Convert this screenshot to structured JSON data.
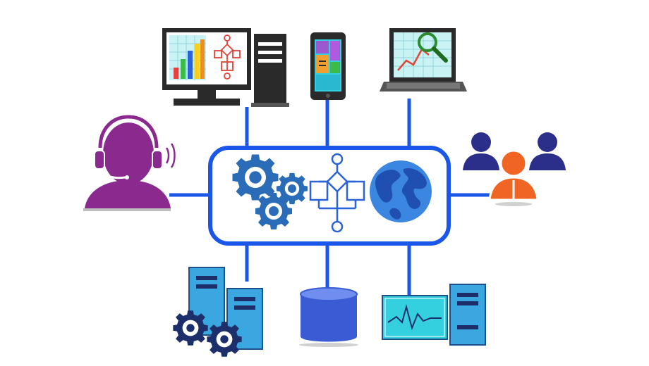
{
  "diagram": {
    "hub": {
      "components": [
        "gears-icon",
        "flowchart-icon",
        "globe-icon"
      ]
    },
    "nodes": [
      {
        "id": "desktop-analytics",
        "icon": "desktop-computer-icon"
      },
      {
        "id": "tower",
        "icon": "server-tower-icon"
      },
      {
        "id": "smartphone",
        "icon": "smartphone-icon"
      },
      {
        "id": "laptop",
        "icon": "laptop-analytics-icon"
      },
      {
        "id": "support-agent",
        "icon": "headset-agent-icon"
      },
      {
        "id": "user-group",
        "icon": "user-group-icon"
      },
      {
        "id": "servers-gears",
        "icon": "server-gears-icon"
      },
      {
        "id": "database",
        "icon": "database-icon"
      },
      {
        "id": "monitor-server",
        "icon": "monitoring-server-icon"
      }
    ],
    "colors": {
      "connector": "#1a56e8",
      "hub_border": "#1a56e8",
      "gear": "#2b6cb8",
      "flowchart": "#2a63d8",
      "globe_ocean": "#3a86e0",
      "globe_land": "#1f4fb0",
      "agent": "#8a2a8f",
      "user_dark": "#2b2f8a",
      "user_orange": "#f06424",
      "server": "#3aa7e0",
      "database": "#3b5bd4",
      "monitor_screen": "#34d0e0",
      "chart_screen": "#c9f2f5",
      "device_dark": "#2a2a2a"
    }
  }
}
